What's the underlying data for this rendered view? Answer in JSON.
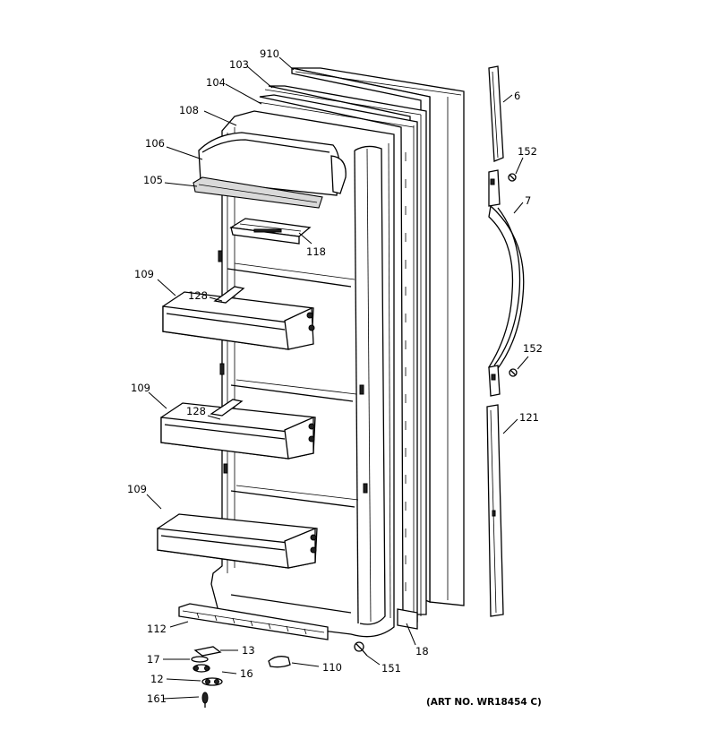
{
  "labels": {
    "p910": "910",
    "p103": "103",
    "p104": "104",
    "p108": "108",
    "p106": "106",
    "p105": "105",
    "p118": "118",
    "p109a": "109",
    "p128a": "128",
    "p109b": "109",
    "p128b": "128",
    "p109c": "109",
    "p112": "112",
    "p13": "13",
    "p17": "17",
    "p16": "16",
    "p12": "12",
    "p161": "161",
    "p110": "110",
    "p151": "151",
    "p18": "18",
    "p6": "6",
    "p152a": "152",
    "p7": "7",
    "p152b": "152",
    "p121": "121"
  },
  "art_number": "(ART NO. WR18454 C)"
}
